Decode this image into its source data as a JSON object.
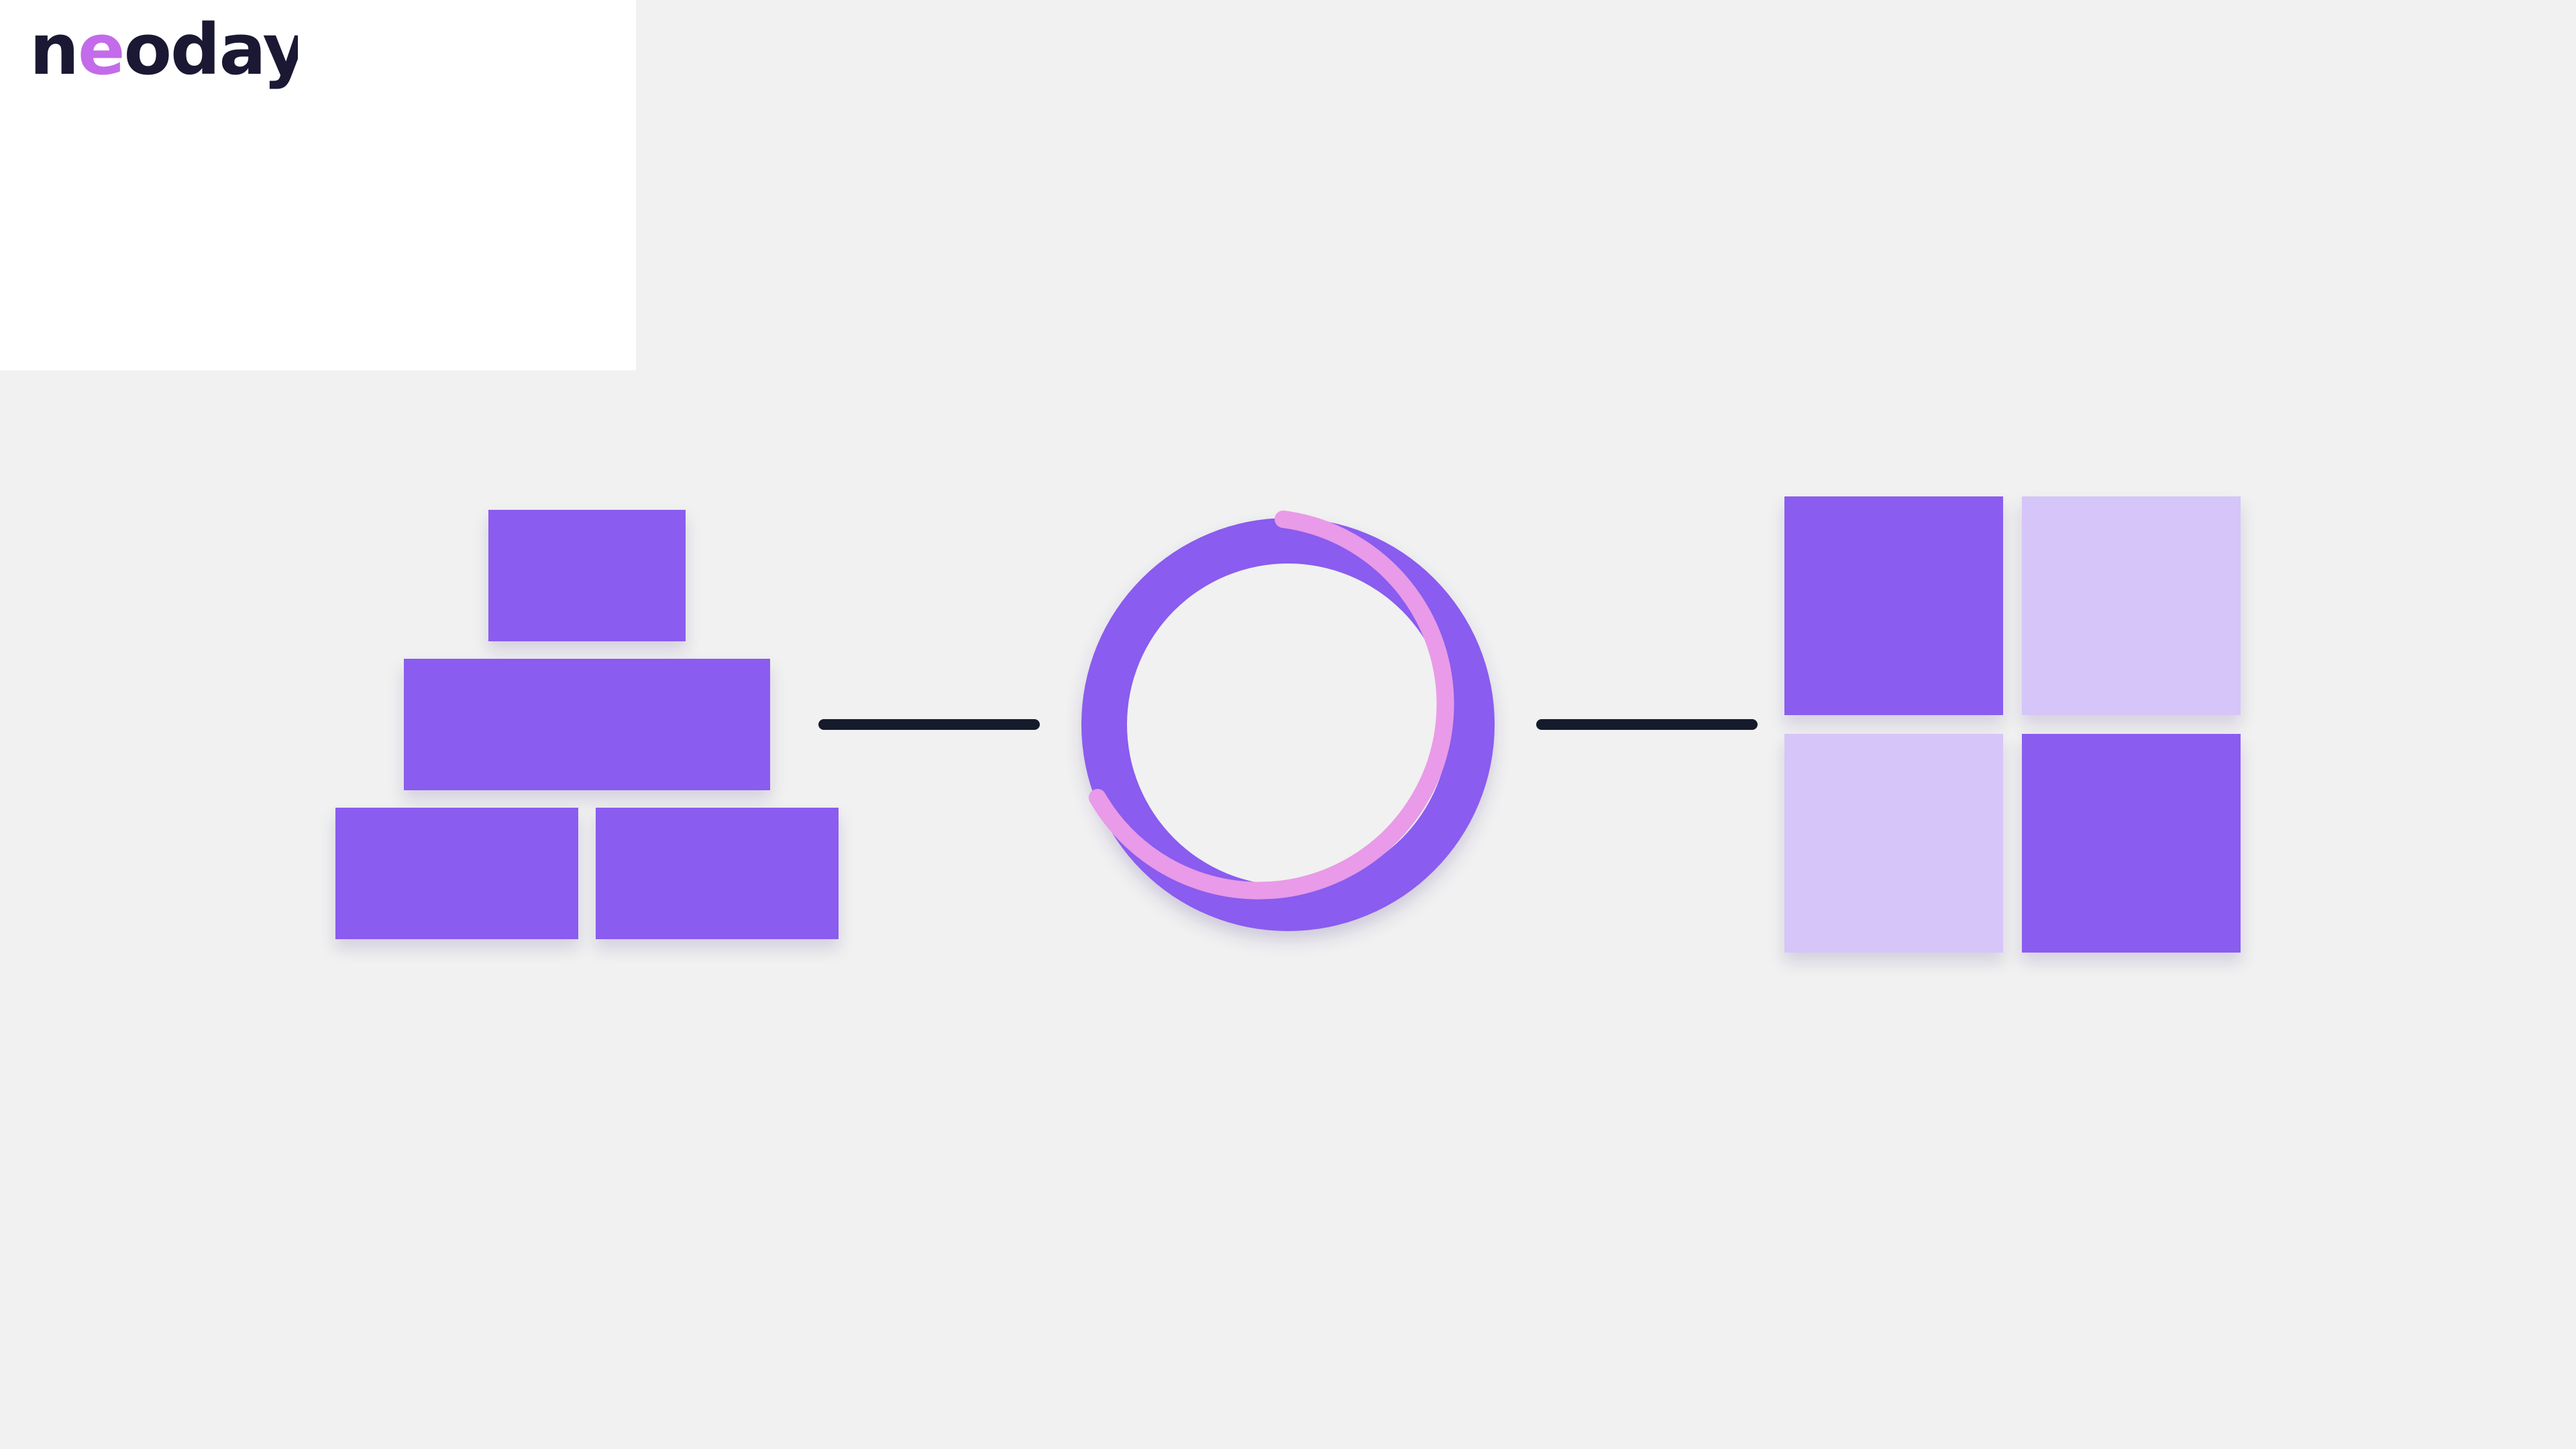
{
  "brand": {
    "name": "neoday",
    "prefix": "n",
    "accent_letter": "e",
    "suffix": "oday"
  },
  "colors": {
    "background": "#f0f1f0",
    "panel": "#ffffff",
    "logo_text": "#1a1833",
    "logo_accent": "#c36bea",
    "primary_purple": "#8a5cef",
    "light_purple": "#d5c5f8",
    "arc_pink": "#e99ae8",
    "connector": "#161b2c"
  },
  "icons": {
    "left": "block-pyramid-icon",
    "center": "cycle-ring-icon",
    "right": "tile-grid-icon"
  }
}
